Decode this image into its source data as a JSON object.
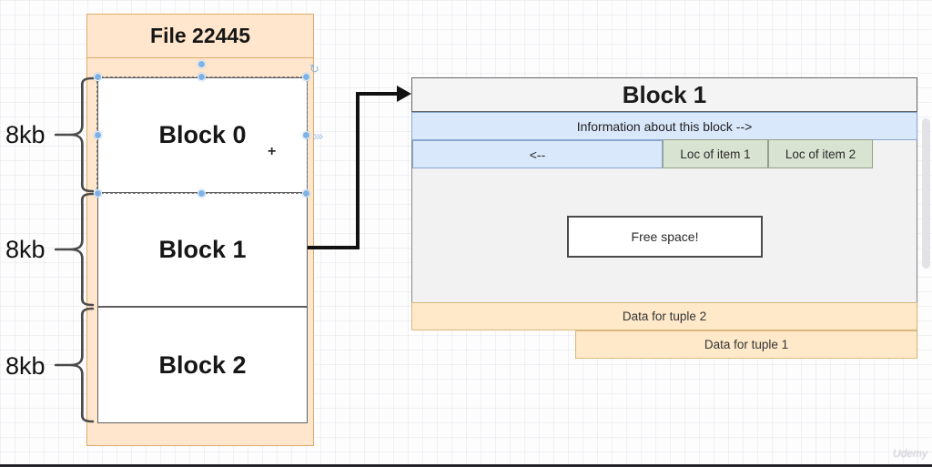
{
  "file_panel": {
    "title": "File 22445",
    "size_labels": [
      "8kb",
      "8kb",
      "8kb"
    ],
    "blocks": [
      {
        "label": "Block 0"
      },
      {
        "label": "Block 1"
      },
      {
        "label": "Block 2"
      }
    ]
  },
  "block_detail": {
    "title": "Block 1",
    "info_label": "Information about this block -->",
    "back_pointer_label": "<--",
    "item_locations": [
      {
        "label": "Loc of item 1"
      },
      {
        "label": "Loc of item 2"
      }
    ],
    "free_space_label": "Free space!",
    "tuples": [
      {
        "label": "Data for tuple 2"
      },
      {
        "label": "Data for tuple 1"
      }
    ]
  },
  "watermark": {
    "label": "Udemy"
  },
  "colors": {
    "container_fill": "#ffe6cc",
    "info_fill": "#dae8fc",
    "item_fill": "#d9e3d1",
    "tuple_fill": "#ffe9c9",
    "selection_handle": "#7fb1e4",
    "arrow": "#111111"
  }
}
